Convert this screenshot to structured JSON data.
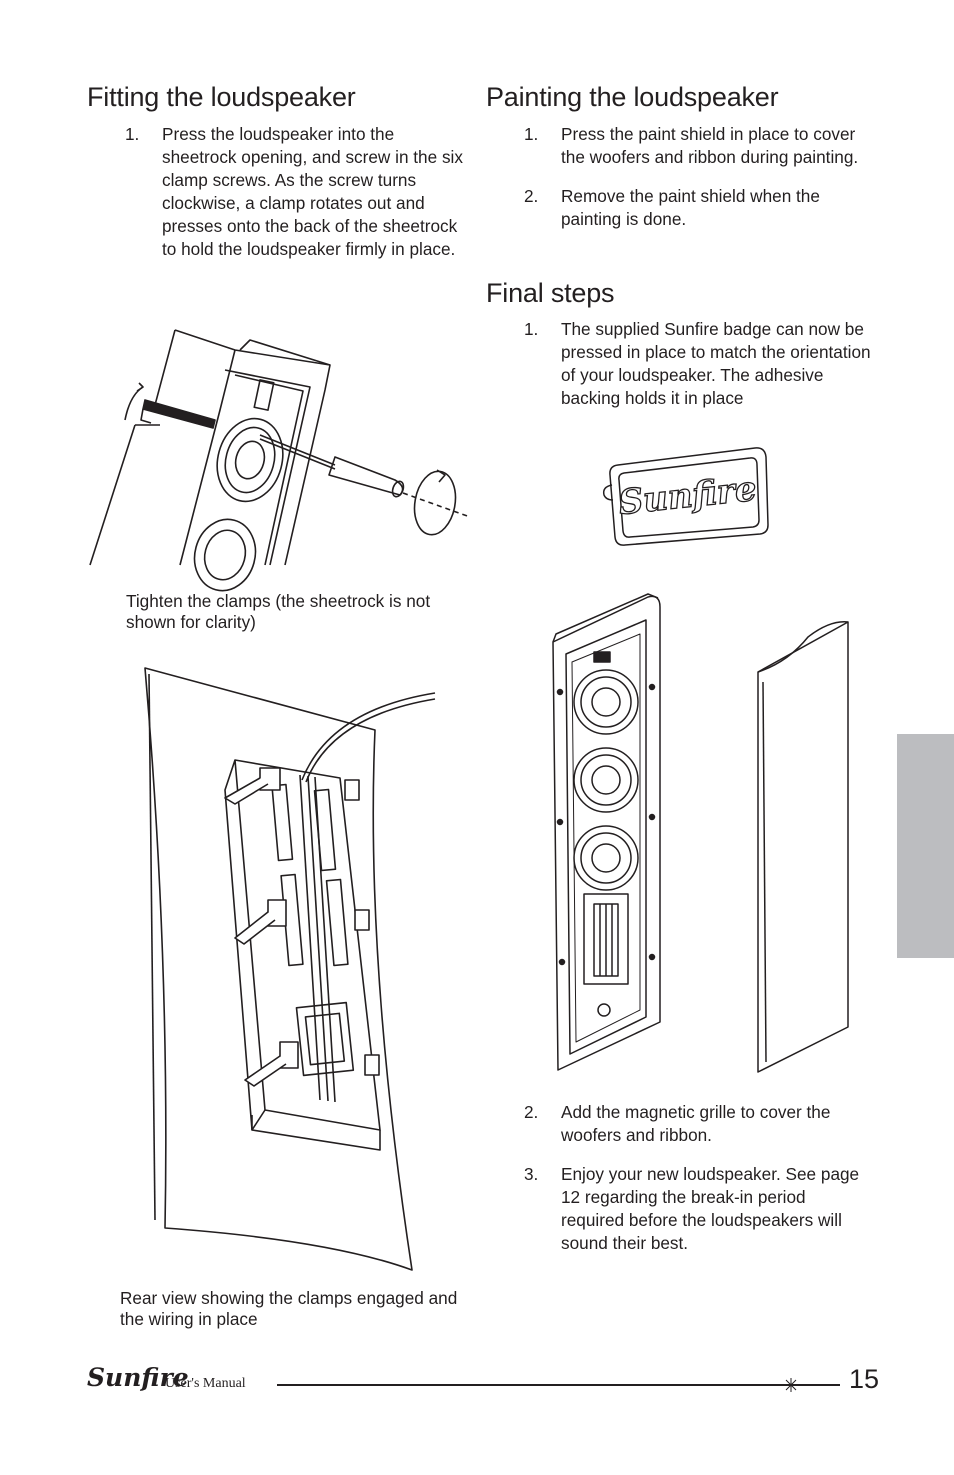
{
  "left_column": {
    "heading": "Fitting the loudspeaker",
    "steps": [
      {
        "num": "1.",
        "text": "Press the loudspeaker into the sheetrock opening, and screw in the six clamp screws. As the screw turns clockwise, a clamp rotates out and presses onto the back of the sheetrock to hold the loudspeaker firmly in place."
      }
    ],
    "caption_1": "Tighten the clamps (the sheetrock is not shown for clarity)",
    "caption_2": "Rear view showing the clamps engaged and the wiring in place"
  },
  "right_column": {
    "painting_heading": "Painting the loudspeaker",
    "painting_steps": [
      {
        "num": "1.",
        "text": "Press the paint shield in place to cover the woofers and ribbon during painting."
      },
      {
        "num": "2.",
        "text": "Remove the paint shield when the painting is done."
      }
    ],
    "final_heading": "Final steps",
    "final_steps": [
      {
        "num": "1.",
        "text": "The supplied Sunfire badge can now be pressed in place to match the orientation of your loudspeaker. The adhesive backing holds it in place"
      },
      {
        "num": "2.",
        "text": "Add the magnetic grille to cover the woofers and ribbon."
      },
      {
        "num": "3.",
        "text": "Enjoy your new loudspeaker. See page 12 regarding the break-in period required before the loudspeakers will sound their best."
      }
    ],
    "badge_text": "Sunfire"
  },
  "footer": {
    "brand": "Sunfire",
    "subtitle": "User's Manual",
    "page_number": "15"
  }
}
